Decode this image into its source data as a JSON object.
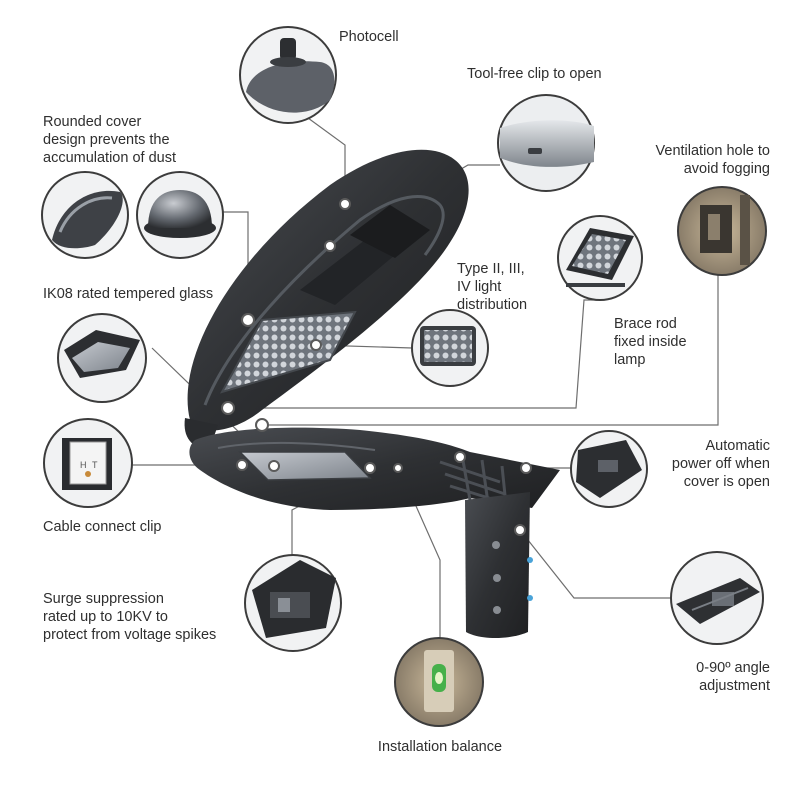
{
  "labels": {
    "photocell": "Photocell",
    "tool_free": "Tool-free clip to open",
    "rounded_cover": "Rounded cover\ndesign prevents the\naccumulation of dust",
    "ventilation": "Ventilation hole to\navoid fogging",
    "type_distribution": "Type II, III,\nIV light\ndistribution",
    "ik08": "IK08 rated tempered glass",
    "brace_rod": "Brace rod\nfixed inside\nlamp",
    "automatic_power_off": "Automatic\npower off when\ncover is open",
    "cable_clip": "Cable connect clip",
    "surge": "Surge suppression\nrated up to 10KV to\nprotect from voltage spikes",
    "angle": "0-90º angle\nadjustment",
    "balance": "Installation balance"
  },
  "colors": {
    "housing": "#2e3033",
    "housing_light": "#4a4d52",
    "callout_line": "#6e6e6e",
    "text": "#2f2f2f",
    "lens_panel": "#9ea3aa"
  }
}
